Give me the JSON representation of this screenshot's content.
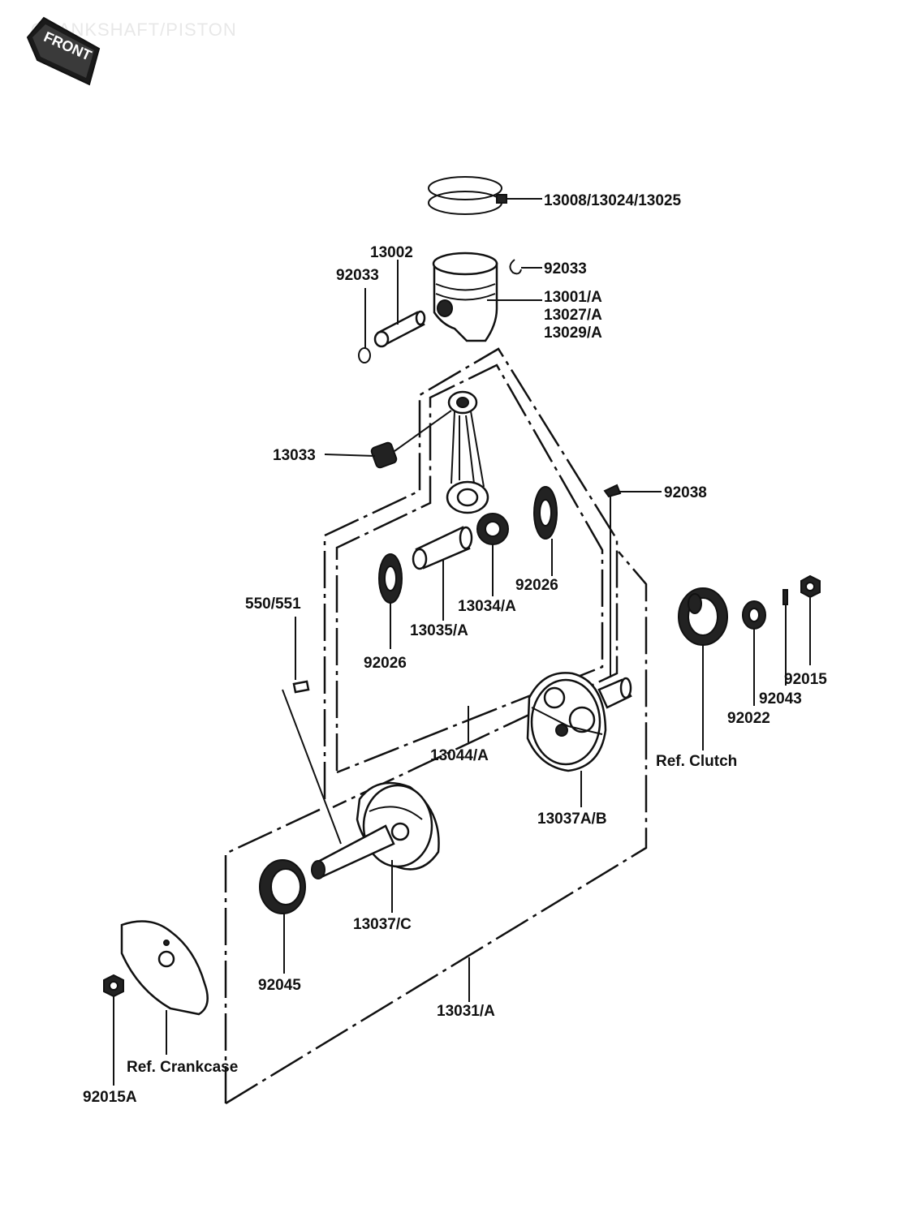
{
  "header": {
    "title": "CRANKSHAFT/PISTON",
    "front_arrow": "FRONT"
  },
  "labels": {
    "piston_rings": "13008/13024/13025",
    "piston_pin": "13002",
    "circlip_left": "92033",
    "circlip_right": "92033",
    "piston_1": "13001/A",
    "piston_2": "13027/A",
    "piston_3": "13029/A",
    "small_end_bearing": "13033",
    "woodruff_key": "92038",
    "key_crank": "550/551",
    "washer_right": "92026",
    "washer_left": "92026",
    "bearing": "13034/A",
    "crank_pin": "13035/A",
    "con_rod_assy": "13044/A",
    "crank_half_right": "13037A/B",
    "crank_half_left": "13037/C",
    "ref_clutch": "Ref. Clutch",
    "nut_right": "92015",
    "pin": "92043",
    "washer_clutch": "92022",
    "main_bearing": "92045",
    "crankshaft_assy": "13031/A",
    "ref_crankcase": "Ref. Crankcase",
    "nut_left": "92015A"
  },
  "icons": {
    "front": "front-arrow-icon"
  }
}
